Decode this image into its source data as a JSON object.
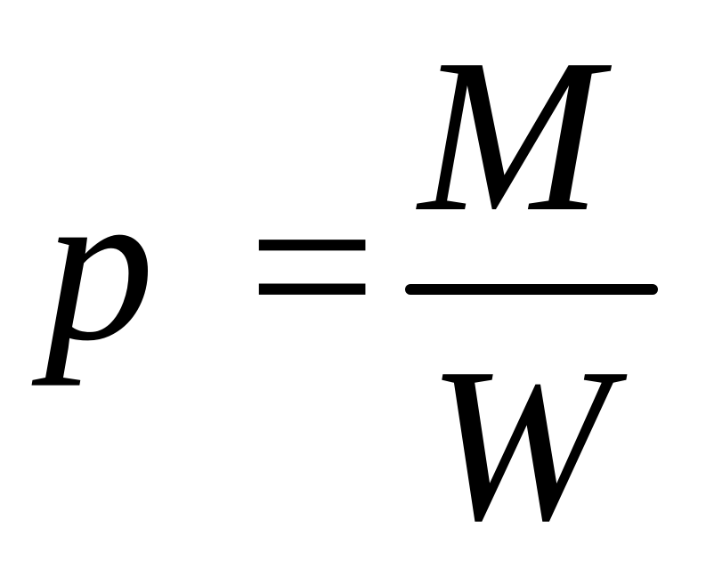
{
  "formula": {
    "lhs": "p",
    "equals": "=",
    "numerator": "M",
    "denominator": "W"
  },
  "colors": {
    "text": "#000000",
    "background": "#ffffff"
  }
}
